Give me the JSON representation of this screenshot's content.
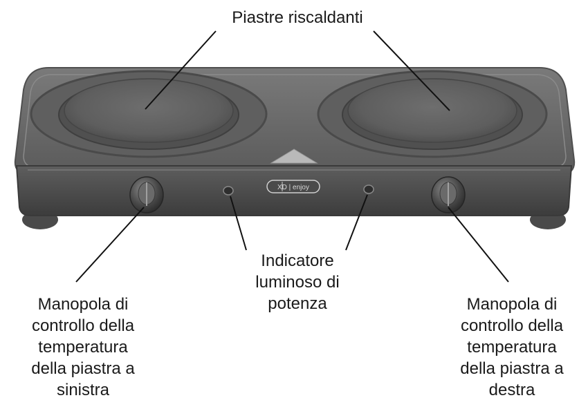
{
  "labels": {
    "heating_plates": "Piastre riscaldanti",
    "left_knob": [
      "Manopola di",
      "controllo della",
      "temperatura",
      "della piastra a",
      "sinistra"
    ],
    "power_light": [
      "Indicatore",
      "luminoso di",
      "potenza"
    ],
    "right_knob": [
      "Manopola di",
      "controllo della",
      "temperatura",
      "della piastra a",
      "destra"
    ]
  },
  "brand": "XD enjoy",
  "colors": {
    "body": "#6e6e6e",
    "plate": "#5a5a5a",
    "text": "#1a1a1a",
    "leader": "#111111"
  }
}
